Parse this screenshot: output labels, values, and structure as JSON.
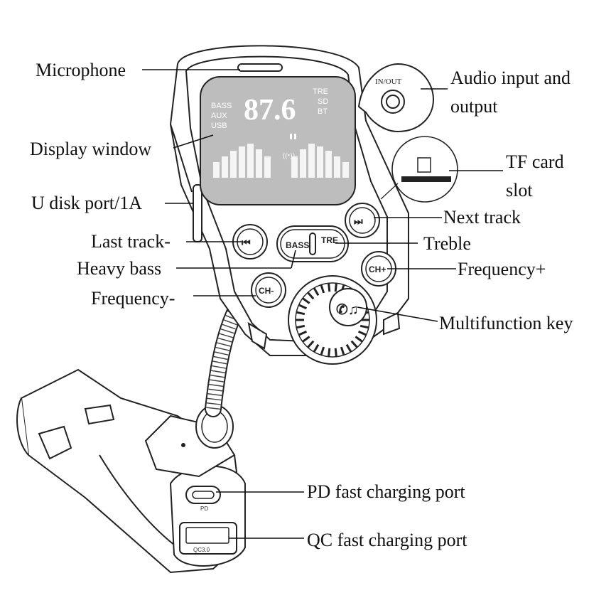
{
  "display": {
    "frequency": "87.6",
    "left_indicators": [
      "BASS",
      "AUX",
      "USB"
    ],
    "right_indicators": [
      "TRE",
      "SD",
      "BT"
    ]
  },
  "device_markings": {
    "bass_button": "BASS",
    "treble_button": "TRE",
    "ch_minus_button": "CH-",
    "ch_plus_button": "CH+",
    "in_out_jack": "IN/OUT",
    "pd_port": "PD",
    "qc_port": "QC3.0"
  },
  "labels": {
    "microphone": "Microphone",
    "display_window": "Display window",
    "u_disk_port": "U disk port/1A",
    "last_track": "Last track-",
    "heavy_bass": "Heavy bass",
    "frequency_minus": "Frequency-",
    "audio_io_line1": "Audio input and",
    "audio_io_line2": "output",
    "tf_card_line1": "TF card",
    "tf_card_line2": "slot",
    "next_track": "Next track",
    "treble": "Treble",
    "frequency_plus": "Frequency+",
    "multifunction_key": "Multifunction key",
    "pd_fast_charging": "PD fast charging port",
    "qc_fast_charging": "QC fast charging port"
  }
}
